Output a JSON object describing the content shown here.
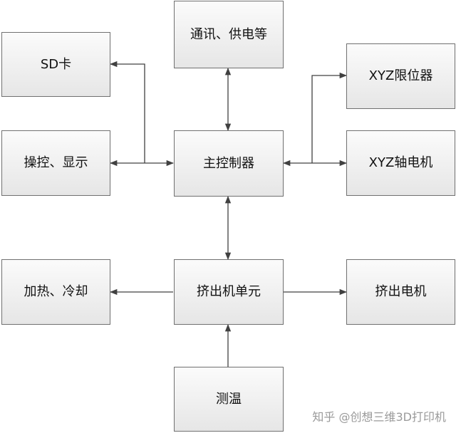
{
  "boxes": {
    "comm": "通讯、供电等",
    "sd": "SD卡",
    "limit": "XYZ限位器",
    "operate": "操控、显示",
    "main": "主控制器",
    "motor": "XYZ轴电机",
    "heat": "加热、冷却",
    "extruder_unit": "挤出机单元",
    "extruder_motor": "挤出电机",
    "temp": "测温"
  },
  "watermark": "知乎 @创想三维3D打印机"
}
